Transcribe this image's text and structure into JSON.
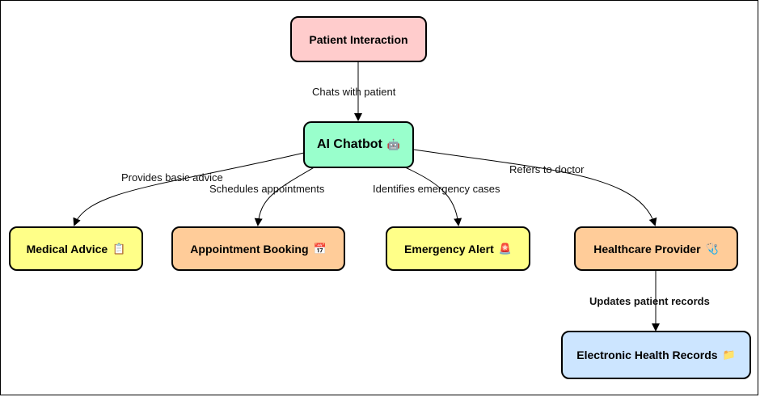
{
  "nodes": {
    "patient": {
      "label": "Patient Interaction",
      "color": "#ffcccc"
    },
    "chatbot": {
      "label": "AI Chatbot",
      "icon": "🤖",
      "color": "#99ffcc"
    },
    "advice": {
      "label": "Medical Advice",
      "icon": "📋",
      "color": "#ffff88"
    },
    "booking": {
      "label": "Appointment Booking",
      "icon": "📅",
      "color": "#ffcc99"
    },
    "alert": {
      "label": "Emergency Alert",
      "icon": "🚨",
      "color": "#ffff88"
    },
    "provider": {
      "label": "Healthcare Provider",
      "icon": "🩺",
      "color": "#ffcc99"
    },
    "ehr": {
      "label": "Electronic Health Records",
      "icon": "📁",
      "color": "#cce5ff"
    }
  },
  "edges": {
    "chats": "Chats with patient",
    "advice": "Provides basic advice",
    "schedule": "Schedules appointments",
    "emergency": "Identifies emergency cases",
    "refer": "Refers to doctor",
    "updates": "Updates patient records"
  }
}
